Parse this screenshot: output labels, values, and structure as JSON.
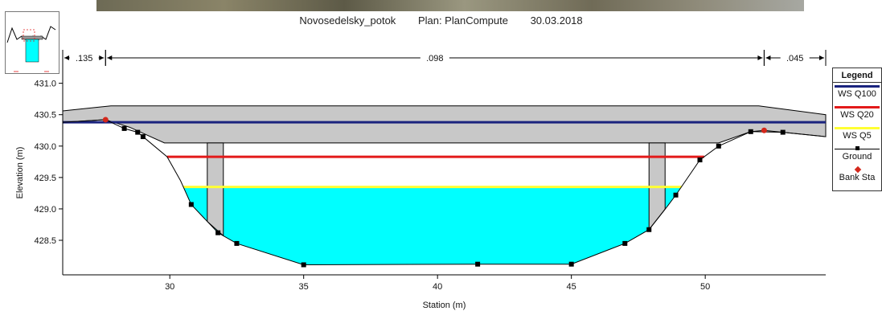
{
  "header": {
    "title": "Novosedelsky_potok",
    "plan": "Plan: PlanCompute",
    "date": "30.03.2018"
  },
  "colors": {
    "bridge_deck": "#c8c8c8",
    "bridge_outline": "#000000",
    "water": "#00ffff",
    "ws_q100": "#1a237e",
    "ws_q20": "#e31a1a",
    "ws_q5": "#ffff33",
    "ground": "#000000",
    "bank_sta": "#d4281c"
  },
  "legend": {
    "title": "Legend",
    "items": [
      {
        "label": "WS Q100",
        "color": "#1a237e",
        "kind": "line"
      },
      {
        "label": "WS Q20",
        "color": "#e31a1a",
        "kind": "line"
      },
      {
        "label": "WS Q5",
        "color": "#ffff33",
        "kind": "line"
      },
      {
        "label": "Ground",
        "color": "#000000",
        "kind": "line-square"
      },
      {
        "label": "Bank Sta",
        "color": "#d4281c",
        "kind": "dot"
      }
    ]
  },
  "chart_data": {
    "type": "line",
    "title": "Novosedelsky_potok     Plan: PlanCompute     30.03.2018",
    "xlabel": "Station (m)",
    "ylabel": "Elevation (m)",
    "xlim": [
      26,
      54.5
    ],
    "ylim": [
      427.95,
      431.2
    ],
    "x_ticks": [
      30,
      35,
      40,
      45,
      50
    ],
    "y_ticks": [
      428.5,
      429.0,
      429.5,
      430.0,
      430.5,
      431.0
    ],
    "x_tick_labels": [
      "30",
      "35",
      "40",
      "45",
      "50"
    ],
    "y_tick_labels": [
      "428.5",
      "429.0",
      "429.5",
      "430.0",
      "430.5",
      "431.0"
    ],
    "grid": false,
    "legend_position": "right",
    "mannings_n": [
      {
        "label": ".135",
        "from": 26,
        "to": 27.6
      },
      {
        "label": ".098",
        "from": 27.6,
        "to": 52.2
      },
      {
        "label": ".045",
        "from": 52.2,
        "to": 54.5
      }
    ],
    "water_surfaces": [
      {
        "name": "WS Q100",
        "elevation": 430.38
      },
      {
        "name": "WS Q20",
        "elevation": 429.83
      },
      {
        "name": "WS Q5",
        "elevation": 429.35
      }
    ],
    "ground": {
      "x": [
        26.0,
        27.6,
        28.3,
        28.8,
        29.0,
        29.9,
        30.4,
        30.8,
        31.4,
        31.8,
        32.5,
        35.0,
        41.5,
        45.0,
        47.0,
        47.9,
        48.6,
        48.9,
        49.8,
        50.5,
        51.7,
        52.2,
        52.9,
        54.5
      ],
      "y": [
        430.38,
        430.42,
        430.28,
        430.22,
        430.15,
        429.83,
        429.45,
        429.07,
        428.8,
        428.62,
        428.45,
        428.11,
        428.12,
        428.12,
        428.45,
        428.67,
        429.05,
        429.22,
        429.78,
        430.0,
        430.23,
        430.25,
        430.22,
        430.15
      ]
    },
    "ground_markers_x": [
      28.3,
      28.8,
      29.0,
      30.8,
      31.8,
      32.5,
      35.0,
      41.5,
      45.0,
      47.0,
      47.9,
      48.9,
      49.8,
      50.5,
      51.7,
      52.9
    ],
    "bank_stations": [
      {
        "x": 27.6,
        "y": 430.42
      },
      {
        "x": 52.2,
        "y": 430.25
      }
    ],
    "bridge": {
      "deck_top": {
        "x": [
          26.0,
          27.8,
          30.0,
          40.0,
          50.0,
          52.0,
          54.5
        ],
        "y": [
          430.56,
          430.64,
          430.64,
          430.64,
          430.64,
          430.64,
          430.5
        ]
      },
      "deck_bottom": {
        "x": [
          26.0,
          27.6,
          28.5,
          29.8,
          30.3,
          50.5,
          51.7,
          52.9,
          54.5
        ],
        "y": [
          430.38,
          430.42,
          430.3,
          430.05,
          430.05,
          430.05,
          430.23,
          430.22,
          430.15
        ]
      },
      "piers": [
        {
          "x_left": 31.4,
          "x_right": 32.0
        },
        {
          "x_left": 47.9,
          "x_right": 48.5
        }
      ]
    }
  }
}
